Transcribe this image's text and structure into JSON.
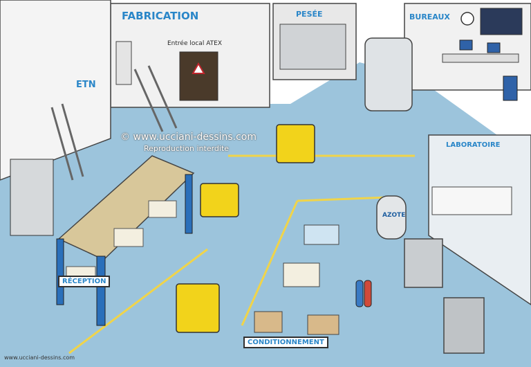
{
  "zones": {
    "fabrication": "FABRICATION",
    "pesee": "PESÉE",
    "bureaux": "BUREAUX",
    "etn": "ETN",
    "atex": "Entrée local ATEX",
    "laboratoire": "LABORATOIRE",
    "reception": "RÉCEPTION",
    "azote": "AZOTE",
    "conditionnement": "CONDITIONNEMENT"
  },
  "watermark": {
    "line1": "© www.ucciani-dessins.com",
    "line2": "Reproduction interdite"
  },
  "credit": "www.ucciani-dessins.com",
  "colors": {
    "floor": "#9cc4dc",
    "wall": "#f1f1f1",
    "label_blue": "#2a86c8",
    "forklift_yellow": "#f2d31b",
    "aisle_line": "#f0d44a"
  }
}
